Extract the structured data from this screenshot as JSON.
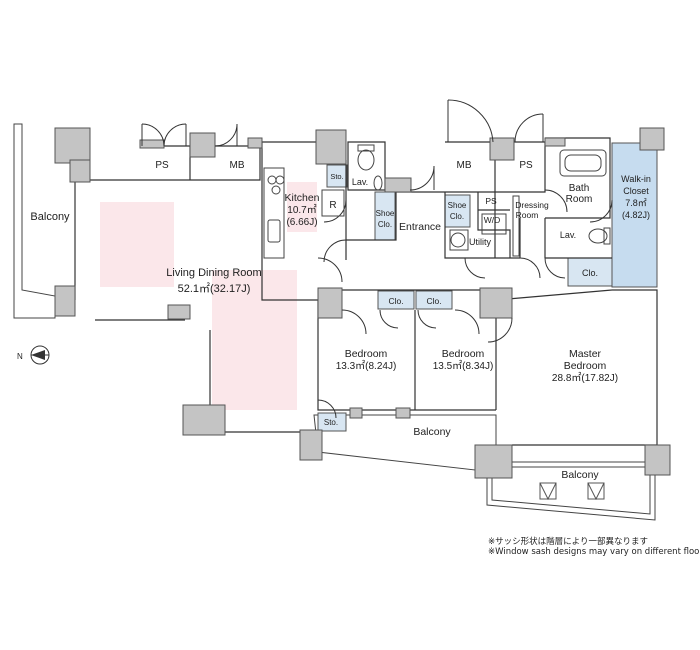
{
  "rooms": {
    "balcony_west": "Balcony",
    "ps_north_left": "PS",
    "mb_north_left": "MB",
    "kitchen_name": "Kitchen",
    "kitchen_area": "10.7㎡",
    "kitchen_jo": "(6.66J)",
    "storage_kitchen": "Sto.",
    "lav_small": "Lav.",
    "refrigerator": "R",
    "shoe_closet_left_1": "Shoe",
    "shoe_closet_left_2": "Clo.",
    "entrance": "Entrance",
    "mb_north_right": "MB",
    "ps_north_right": "PS",
    "shoe_closet_right_1": "Shoe",
    "shoe_closet_right_2": "Clo.",
    "ps_small": "PS",
    "wd": "W/D",
    "utility": "Utility",
    "dressing_room_1": "Dressing",
    "dressing_room_2": "Room",
    "bath_room_1": "Bath",
    "bath_room_2": "Room",
    "walkin_1": "Walk-in",
    "walkin_2": "Closet",
    "walkin_area": "7.8㎡",
    "walkin_jo": "(4.82J)",
    "lav_master": "Lav.",
    "closet_master": "Clo.",
    "living_name": "Living Dining Room",
    "living_area": "52.1㎡(32.17J)",
    "closet_bed1": "Clo.",
    "closet_bed2": "Clo.",
    "bedroom1_name": "Bedroom",
    "bedroom1_area": "13.3㎡(8.24J)",
    "bedroom2_name": "Bedroom",
    "bedroom2_area": "13.5㎡(8.34J)",
    "master_name_1": "Master",
    "master_name_2": "Bedroom",
    "master_area": "28.8㎡(17.82J)",
    "storage_bed": "Sto.",
    "balcony_south": "Balcony",
    "balcony_southeast": "Balcony"
  },
  "compass": {
    "label": "N"
  },
  "notes": {
    "japanese": "※サッシ形状は階層により一部異なります",
    "english": "※Window sash designs may vary on different floors."
  },
  "colors": {
    "wall": "#c4c4c4",
    "wall_edge": "#555555",
    "closet_fill": "#d8e6f2",
    "walkin_fill": "#c6dcef",
    "living_tint": "#fbe7ea",
    "line": "#333333"
  }
}
